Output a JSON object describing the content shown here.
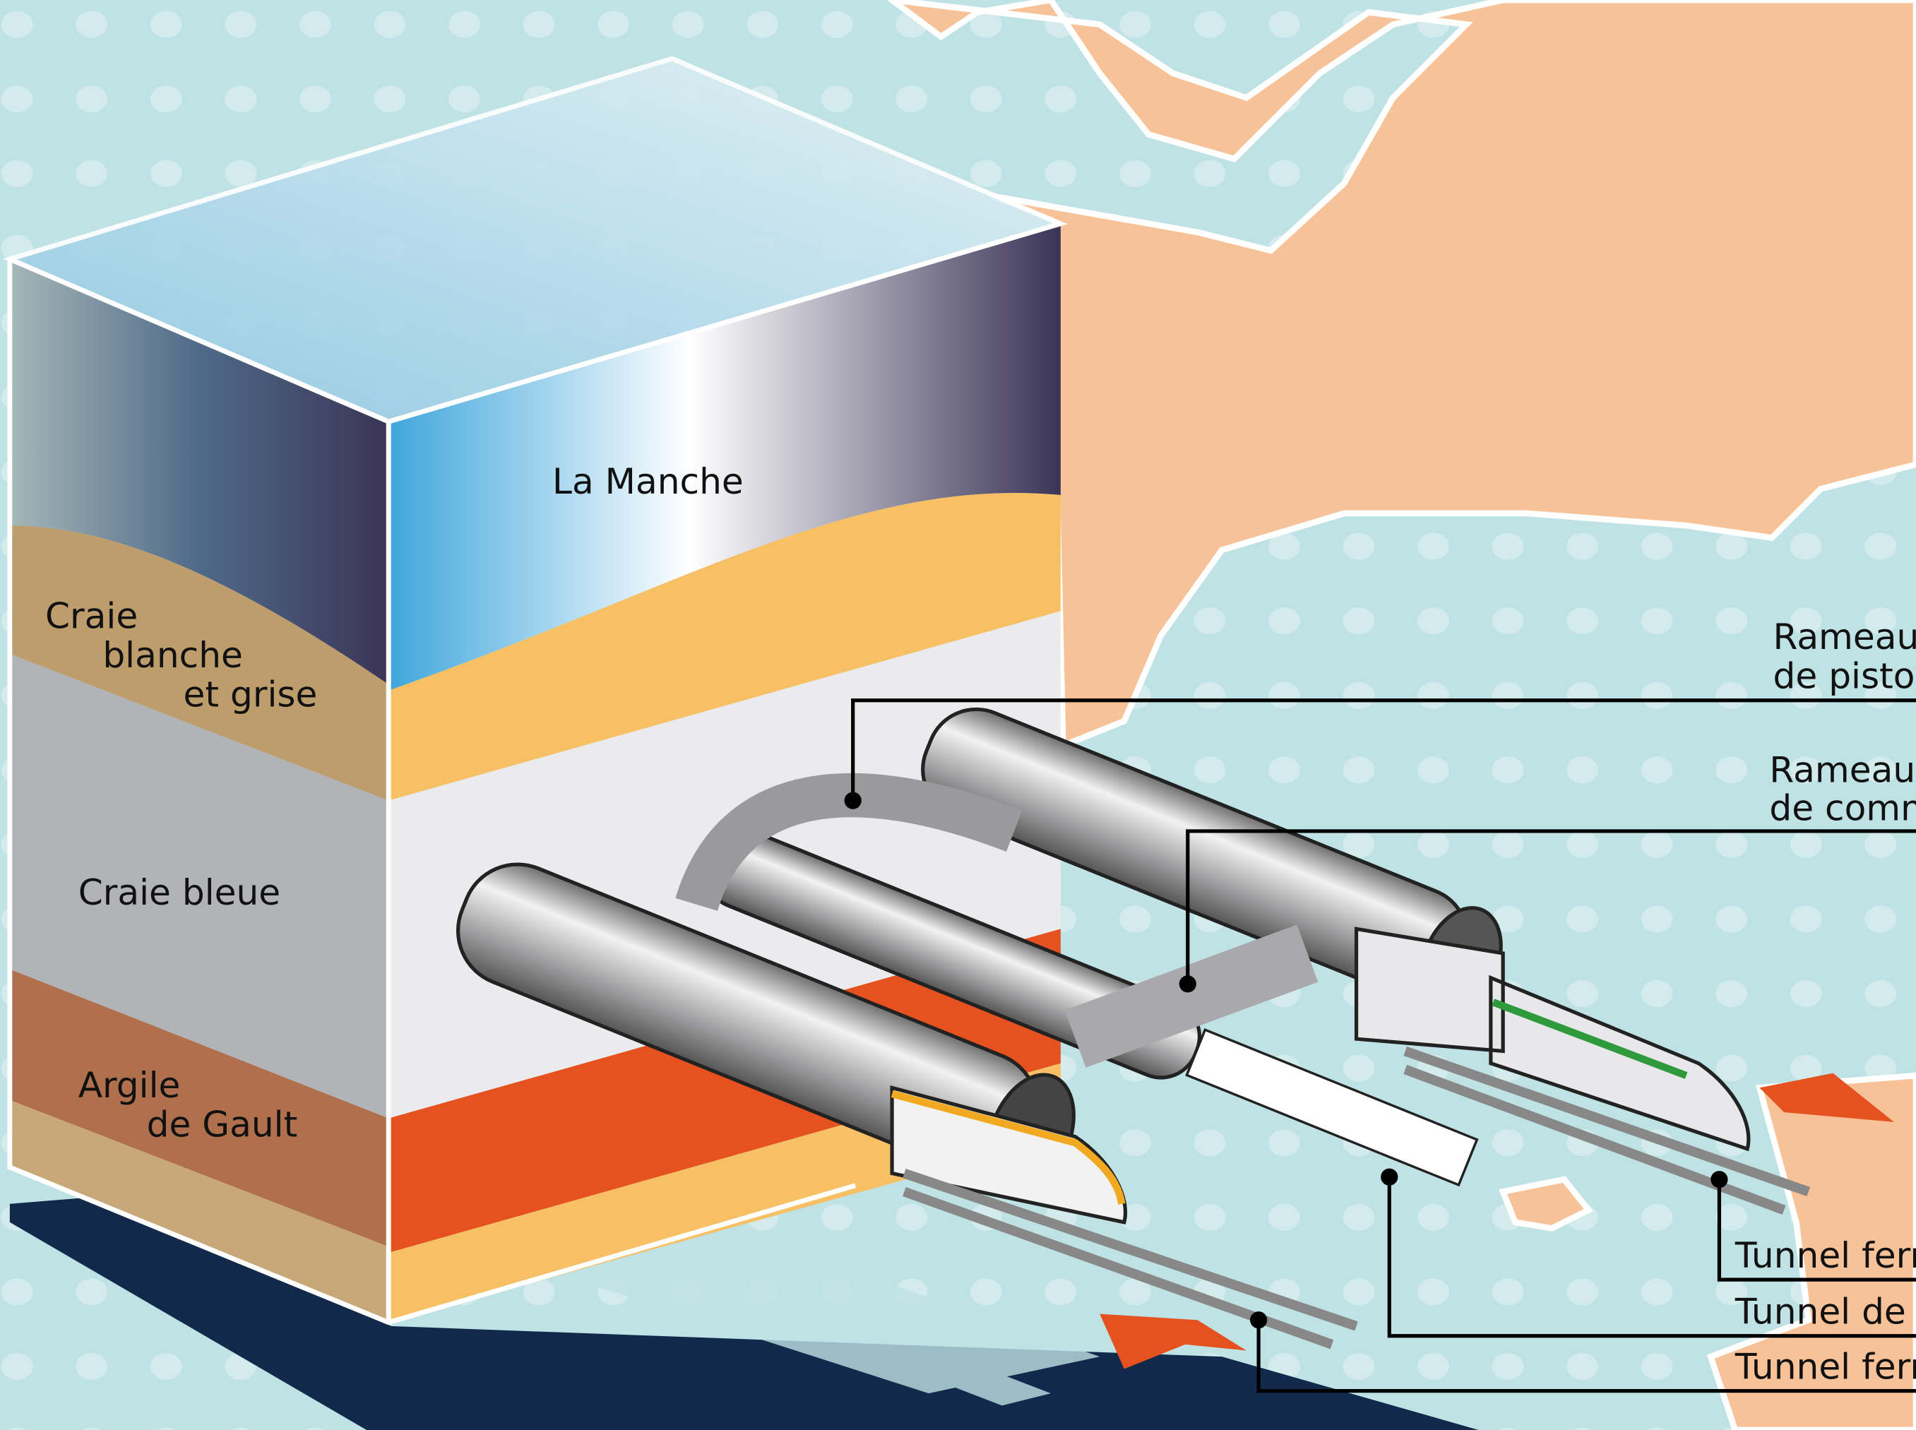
{
  "title": "La Manche",
  "layers": {
    "craie_blanche_1": "Craie",
    "craie_blanche_2": "blanche",
    "craie_blanche_3": "et grise",
    "craie_bleue": "Craie bleue",
    "argile_1": "Argile",
    "argile_2": "de Gault"
  },
  "callouts": {
    "rameau_piston_1": "Rameau",
    "rameau_piston_2": "de piston",
    "rameau_comm_1": "Rameau",
    "rameau_comm_2": "de comm",
    "tunnel_ferro_1": "Tunnel ferro",
    "tunnel_service": "Tunnel de se",
    "tunnel_ferro_2": "Tunnel ferro"
  },
  "colors": {
    "sea": "#bfe2e5",
    "land": "#f7c297",
    "navy": "#13294b",
    "orange": "#e65120"
  }
}
